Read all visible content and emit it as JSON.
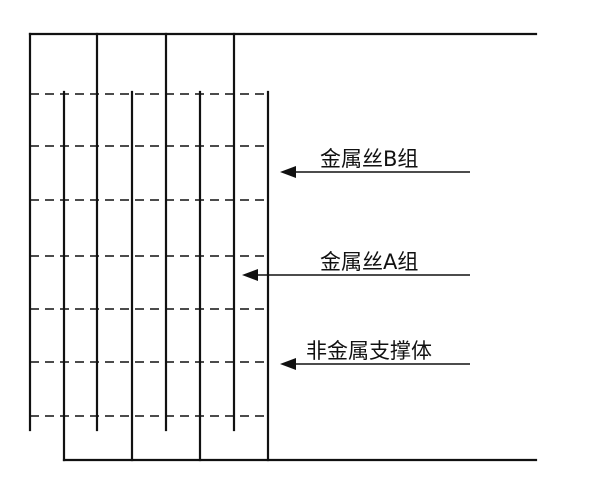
{
  "diagram": {
    "labels": {
      "wire_group_b": "金属丝B组",
      "wire_group_a": "金属丝A组",
      "support": "非金属支撑体"
    },
    "colors": {
      "line": "#111111",
      "background": "#ffffff"
    }
  }
}
